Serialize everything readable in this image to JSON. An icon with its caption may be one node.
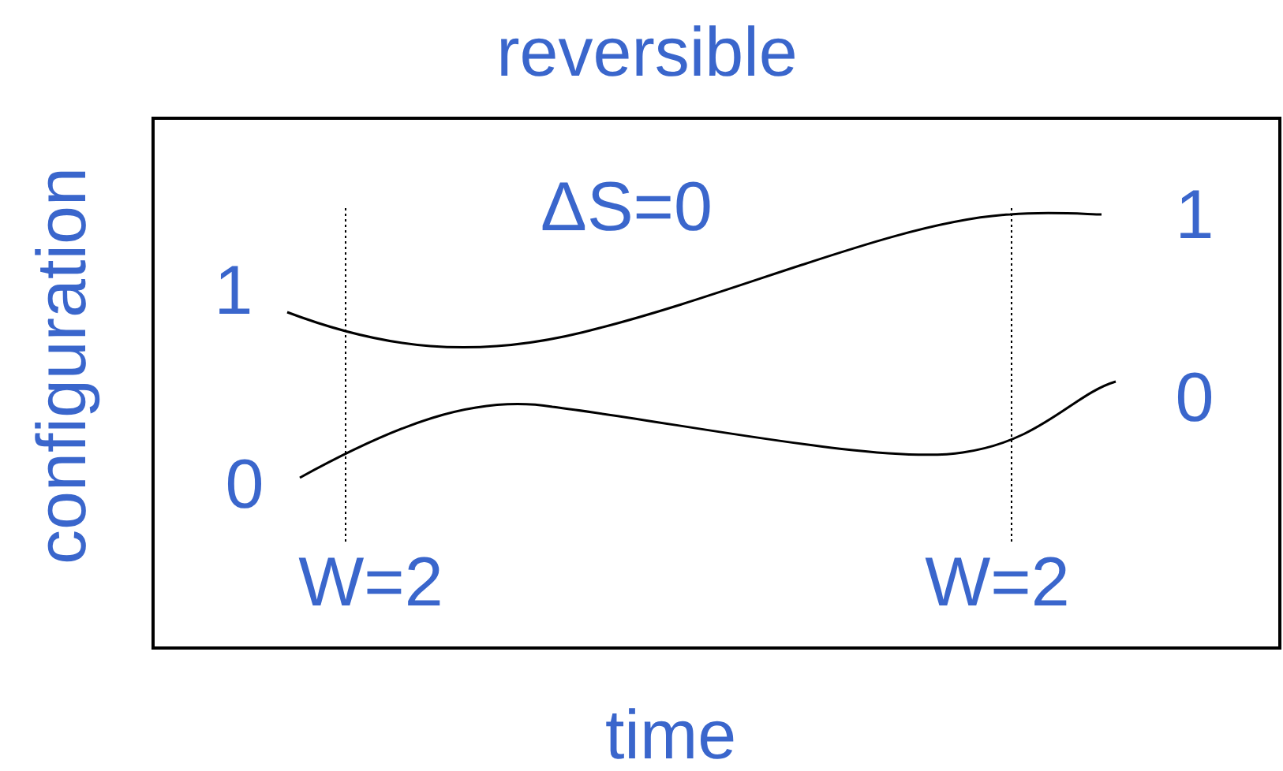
{
  "diagram": {
    "title": "reversible",
    "labels": [
      "configuration",
      "ΔS=0",
      "1",
      "1",
      "0",
      "0",
      "W=2",
      "W=2",
      "time"
    ]
  }
}
